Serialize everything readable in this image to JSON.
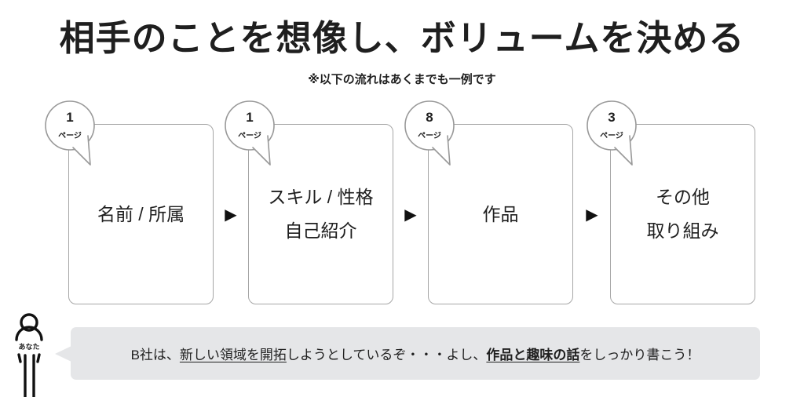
{
  "slide": {
    "title": "相手のことを想像し、ボリュームを決める",
    "note": "※以下の流れはあくまでも一例です"
  },
  "flow": {
    "arrow_icon": "▶",
    "steps": [
      {
        "badge_number": "1",
        "badge_unit": "ページ",
        "lines": [
          "名前 / 所属"
        ]
      },
      {
        "badge_number": "1",
        "badge_unit": "ページ",
        "lines": [
          "スキル / 性格",
          "自己紹介"
        ]
      },
      {
        "badge_number": "8",
        "badge_unit": "ページ",
        "lines": [
          "作品"
        ]
      },
      {
        "badge_number": "3",
        "badge_unit": "ページ",
        "lines": [
          "その他",
          "取り組み"
        ]
      }
    ]
  },
  "person": {
    "label": "あなた"
  },
  "speech": {
    "segments": [
      {
        "text": "B社は、",
        "style": "plain"
      },
      {
        "text": "新しい領域を開拓",
        "style": "underline"
      },
      {
        "text": "しようとしているぞ・・・よし、",
        "style": "plain"
      },
      {
        "text": "作品と趣味の話",
        "style": "bold-underline"
      },
      {
        "text": "をしっかり書こう！",
        "style": "plain"
      }
    ]
  },
  "colors": {
    "ink": "#1f1f1f",
    "box_border": "#a6a6a6",
    "badge_border": "#999999",
    "bubble_bg": "#e5e6e8",
    "arrow": "#111111"
  }
}
